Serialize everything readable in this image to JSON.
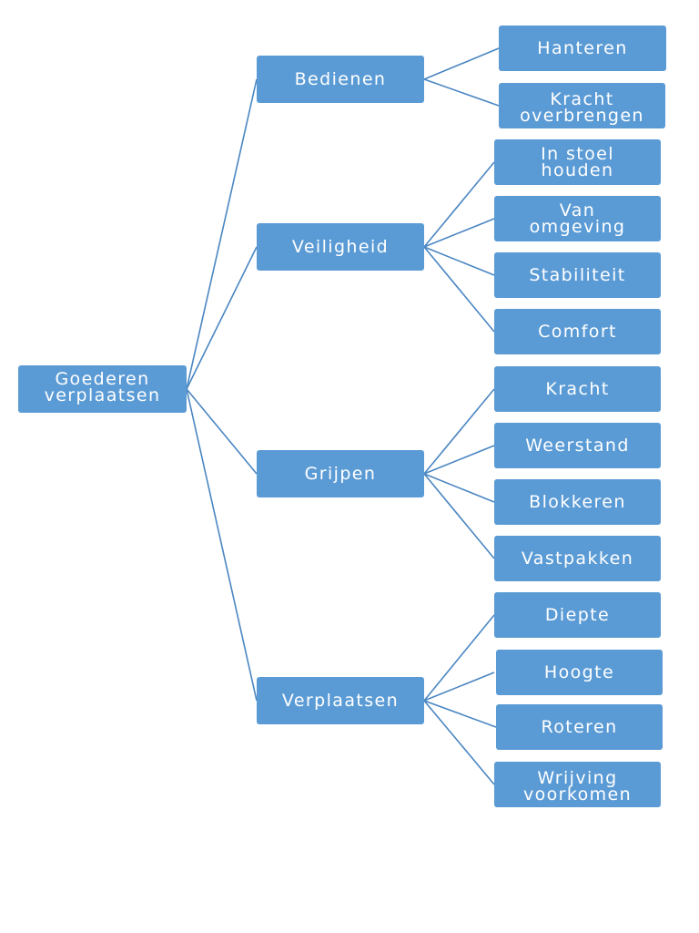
{
  "diagram": {
    "root": {
      "label": "Goederen verplaatsen"
    },
    "functions": [
      {
        "label": "Bedienen",
        "subfunctions": [
          "Hanteren",
          "Kracht overbrengen"
        ]
      },
      {
        "label": "Veiligheid",
        "subfunctions": [
          "In stoel houden",
          "Van omgeving",
          "Stabiliteit",
          "Comfort"
        ]
      },
      {
        "label": "Grijpen",
        "subfunctions": [
          "Kracht",
          "Weerstand",
          "Blokkeren",
          "Vastpakken"
        ]
      },
      {
        "label": "Verplaatsen",
        "subfunctions": [
          "Diepte",
          "Hoogte",
          "Roteren",
          "Wrijving voorkomen"
        ]
      }
    ],
    "colors": {
      "node_fill": "#5b9bd5",
      "node_text": "#ffffff",
      "connector": "#4a86c2"
    }
  }
}
